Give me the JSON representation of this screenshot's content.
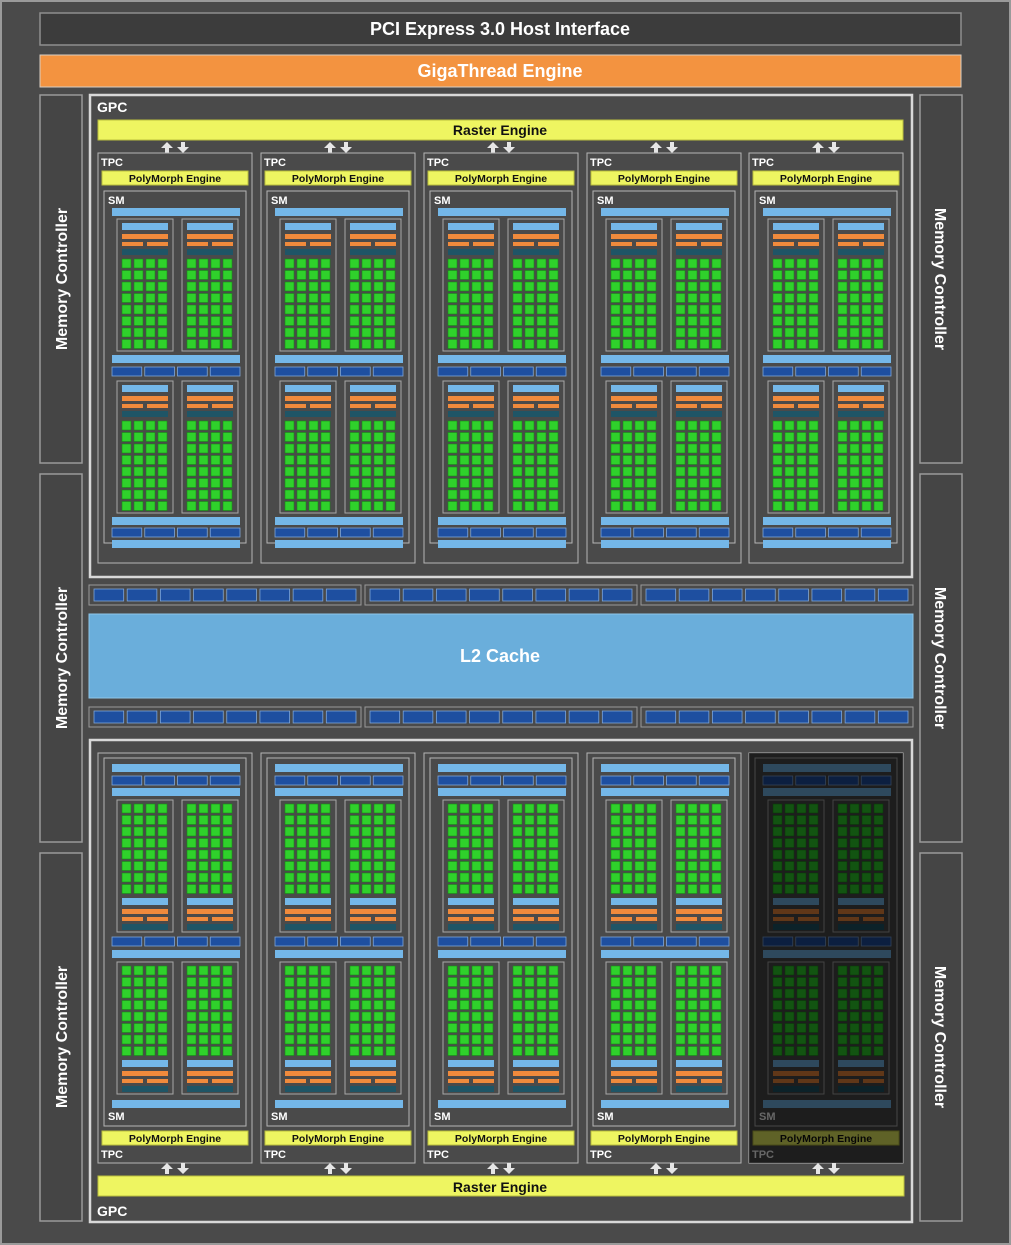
{
  "header": {
    "pcie_label": "PCI Express 3.0 Host Interface",
    "gigathread_label": "GigaThread Engine"
  },
  "memory_controller_label": "Memory Controller",
  "l2_cache_label": "L2 Cache",
  "gpc": {
    "gpc_label": "GPC",
    "raster_engine_label": "Raster Engine",
    "tpc_label": "TPC",
    "sm_label": "SM",
    "polymorph_label": "PolyMorph Engine",
    "tpcs_per_gpc": 5,
    "disabled_tpcs": [
      {
        "gpc": 2,
        "tpc": 5
      }
    ]
  },
  "colors": {
    "background": "#4a4a4a",
    "outer_border": "#8c8c8c",
    "pcie_fill": "#3d3d3d",
    "gigathread_fill": "#f39340",
    "raster_fill": "#eef561",
    "l2_fill": "#6aaedb",
    "core_fill": "#2fd12b",
    "orange_unit": "#f08a3c",
    "light_blue_unit": "#74b7e8",
    "dark_blue_unit": "#1e4fa0",
    "teal_unit": "#1f5566"
  }
}
